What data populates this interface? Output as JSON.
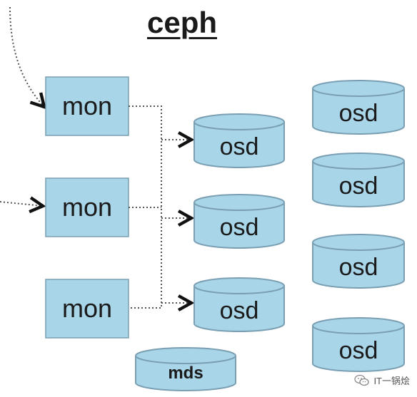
{
  "title": "ceph",
  "mon_nodes": [
    {
      "label": "mon"
    },
    {
      "label": "mon"
    },
    {
      "label": "mon"
    }
  ],
  "osd_nodes": [
    {
      "label": "osd"
    },
    {
      "label": "osd"
    },
    {
      "label": "osd"
    },
    {
      "label": "osd"
    },
    {
      "label": "osd"
    },
    {
      "label": "osd"
    },
    {
      "label": "osd"
    }
  ],
  "mds_node": {
    "label": "mds"
  },
  "watermark": {
    "text": "IT一锅烩",
    "icon": "wechat-icon"
  },
  "colors": {
    "fill": "#a9d5e8",
    "stroke": "#7a9fb3",
    "arrow": "#111111",
    "dotted": "#555555"
  }
}
